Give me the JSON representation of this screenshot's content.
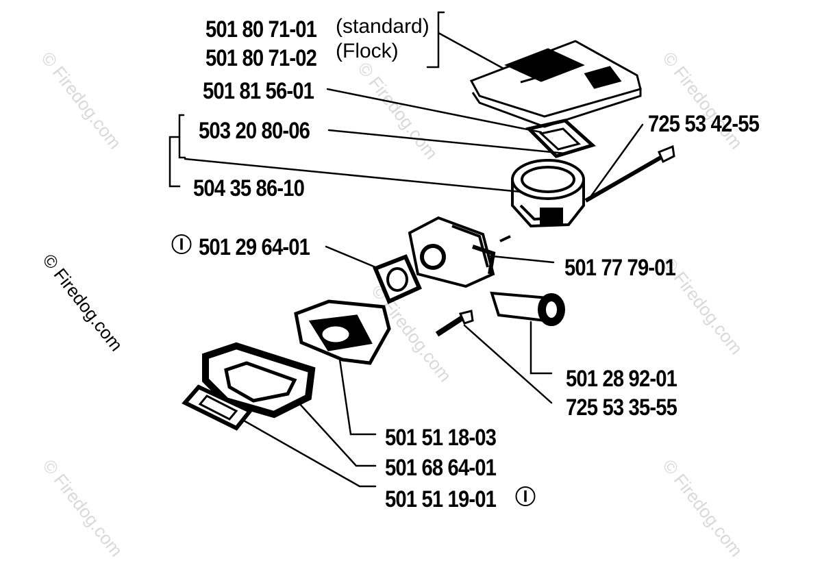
{
  "watermark": "© Firedog.com",
  "notes": {
    "standard": "(standard)",
    "flock": "(Flock)"
  },
  "symbol": "Ⓘ",
  "parts": {
    "cover_standard": "501 80 71-01",
    "cover_flock": "501 80 71-02",
    "gasket_top": "501 81 56-01",
    "gasket_kit": "503 20 80-06",
    "intake_elbow": "504 35 86-10",
    "bolt_right": "725 53 42-55",
    "gasket_carb": "501 29 64-01",
    "carburetor": "501 77 79-01",
    "fuel_filter": "501 28 92-01",
    "screw": "725 53 35-55",
    "filter_holder": "501 51 18-03",
    "air_filter": "501 68 64-01",
    "gasket_bottom": "501 51 19-01"
  }
}
